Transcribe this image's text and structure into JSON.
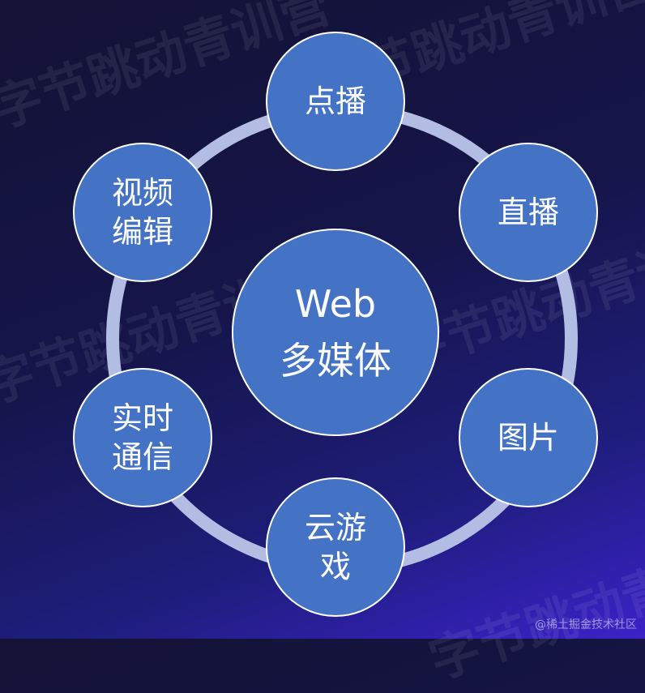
{
  "watermark": "字节跳动青训营",
  "center": {
    "line1": "Web",
    "line2": "多媒体"
  },
  "nodes": [
    {
      "lines": [
        "点播"
      ]
    },
    {
      "lines": [
        "直播"
      ]
    },
    {
      "lines": [
        "图片"
      ]
    },
    {
      "lines": [
        "云游",
        "戏"
      ]
    },
    {
      "lines": [
        "实时",
        "通信"
      ]
    },
    {
      "lines": [
        "视频",
        "编辑"
      ]
    }
  ],
  "credit": "@稀土掘金技术社区",
  "colors": {
    "node": "#4472c4",
    "ring": "#b3bde3",
    "text": "#ffffff"
  }
}
